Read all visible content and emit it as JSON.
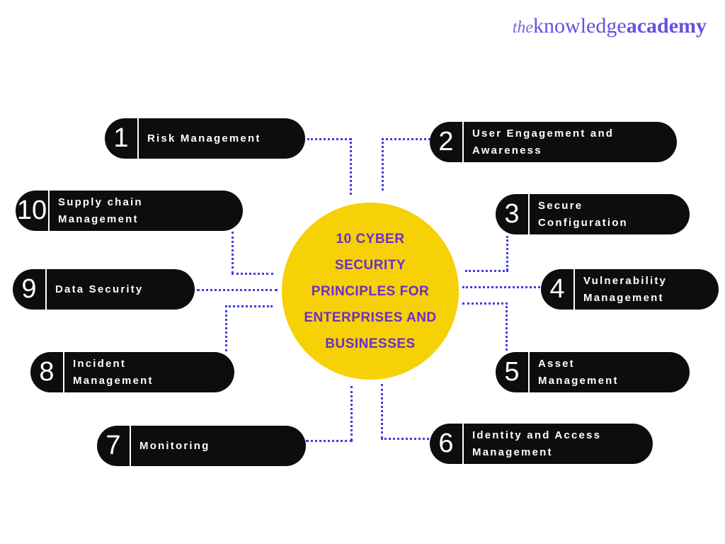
{
  "colors": {
    "background": "#FFFFFF",
    "pill_bg": "#0D0D0D",
    "pill_text": "#FFFFFF",
    "circle_bg": "#F5D106",
    "circle_text": "#6B2FC7",
    "connector": "#3D3FE0",
    "logo": "#6C4EE2",
    "logo_light": "#7E66E4"
  },
  "logo": {
    "the": "the",
    "knowledge": "knowledge",
    "academy": "academy"
  },
  "center": {
    "title": "10 Cyber Security Principles for Enterprises and Businesses",
    "lines": [
      "10 CYBER",
      "SECURITY",
      "PRINCIPLES FOR",
      "ENTERPRISES AND",
      "BUSINESSES"
    ]
  },
  "items": [
    {
      "number": "1",
      "label": "Risk Management",
      "lines": [
        "Risk Management"
      ]
    },
    {
      "number": "2",
      "label": "User Engagement and Awareness",
      "lines": [
        "User Engagement and",
        "Awareness"
      ]
    },
    {
      "number": "3",
      "label": "Secure Configuration",
      "lines": [
        "Secure",
        "Configuration"
      ]
    },
    {
      "number": "4",
      "label": "Vulnerability Management",
      "lines": [
        "Vulnerability",
        "Management"
      ]
    },
    {
      "number": "5",
      "label": "Asset Management",
      "lines": [
        "Asset",
        "Management"
      ]
    },
    {
      "number": "6",
      "label": "Identity and Access Management",
      "lines": [
        "Identity and Access",
        "Management"
      ]
    },
    {
      "number": "7",
      "label": "Monitoring",
      "lines": [
        "Monitoring"
      ]
    },
    {
      "number": "8",
      "label": "Incident Management",
      "lines": [
        "Incident",
        "Management"
      ]
    },
    {
      "number": "9",
      "label": "Data Security",
      "lines": [
        "Data Security"
      ]
    },
    {
      "number": "10",
      "label": "Supply chain Management",
      "lines": [
        "Supply chain",
        "Management"
      ]
    }
  ]
}
